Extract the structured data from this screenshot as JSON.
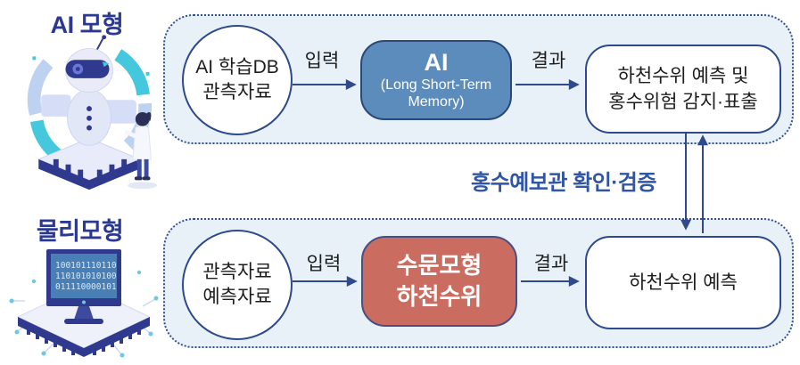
{
  "colors": {
    "navy_line": "#2e4a8c",
    "title_navy": "#2b3990",
    "verify_blue": "#2f55a4",
    "container_bg": "#e8f1f8",
    "ai_box_fill": "#5b8cbb",
    "hydro_box_fill": "#ca6d60"
  },
  "ai_flow": {
    "title": "AI 모형",
    "input_circle": {
      "line1": "AI 학습DB",
      "line2": "관측자료"
    },
    "input_label": "입력",
    "model_box": {
      "title": "AI",
      "subtitle": "(Long Short-Term Memory)"
    },
    "result_label": "결과",
    "output_box": {
      "line1": "하천수위 예측 및",
      "line2": "홍수위험 감지·표출"
    }
  },
  "physical_flow": {
    "title": "물리모형",
    "input_circle": {
      "line1": "관측자료",
      "line2": "예측자료"
    },
    "input_label": "입력",
    "model_box": {
      "line1": "수문모형",
      "line2": "하천수위"
    },
    "result_label": "결과",
    "output_box": {
      "line1": "하천수위 예측"
    }
  },
  "verification_label": "홍수예보관 확인·검증",
  "computer_screen": {
    "code_line1": "100101110110",
    "code_line2": "110101010100",
    "code_line3": "011110000101"
  }
}
